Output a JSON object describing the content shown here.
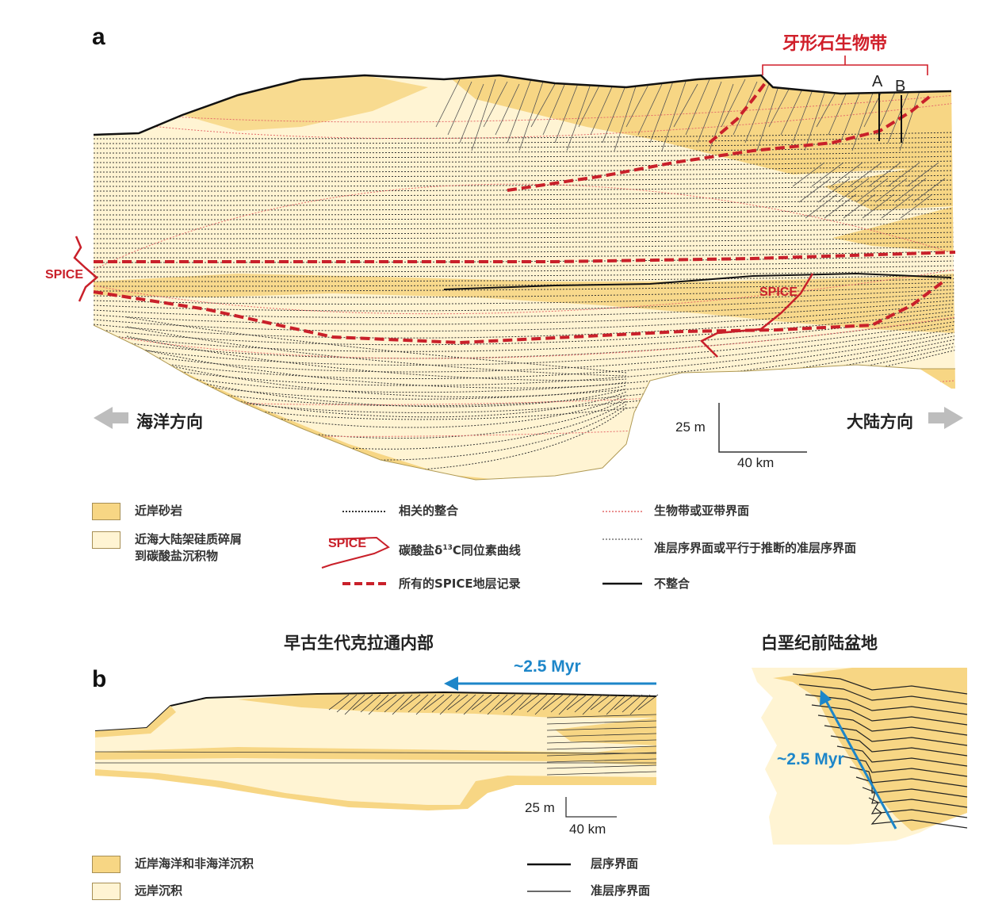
{
  "panel_a": {
    "letter": "a",
    "conodont_zone_label": "牙形石生物带",
    "section_A": "A",
    "section_B": "B",
    "spice_left": "SPICE",
    "spice_right": "SPICE",
    "seaward_label": "海洋方向",
    "landward_label": "大陆方向",
    "scale_vertical": "25 m",
    "scale_horizontal": "40 km"
  },
  "legend_a": {
    "nearshore_sandstone": "近岸砂岩",
    "offshore_line1": "近海大陆架硅质碎屑",
    "offshore_line2": "到碳酸盐沉积物",
    "correlative_conformity": "相关的整合",
    "spice_swatch": "SPICE",
    "carbon_isotope_prefix": "碳酸盐δ",
    "carbon_isotope_sup": "13",
    "carbon_isotope_suffix": "C同位素曲线",
    "all_spice": "所有的SPICE地层记录",
    "biozone_boundary": "生物带或亚带界面",
    "parasequence": "准层序界面或平行于推断的准层序界面",
    "unconformity": "不整合"
  },
  "panel_b": {
    "letter": "b",
    "left_title": "早古生代克拉通内部",
    "right_title": "白垩纪前陆盆地",
    "duration_top": "~2.5 Myr",
    "duration_right": "~2.5 Myr",
    "scale_vertical": "25 m",
    "scale_horizontal": "40 km"
  },
  "legend_b": {
    "nearshore": "近岸海洋和非海洋沉积",
    "offshore": "远岸沉积",
    "sequence_boundary": "层序界面",
    "parasequence_boundary": "准层序界面"
  },
  "colors": {
    "sandstone": "#f7d684",
    "offshore": "#fff4d3",
    "spice_red": "#c9202a",
    "arrow_blue": "#1d86c9"
  }
}
